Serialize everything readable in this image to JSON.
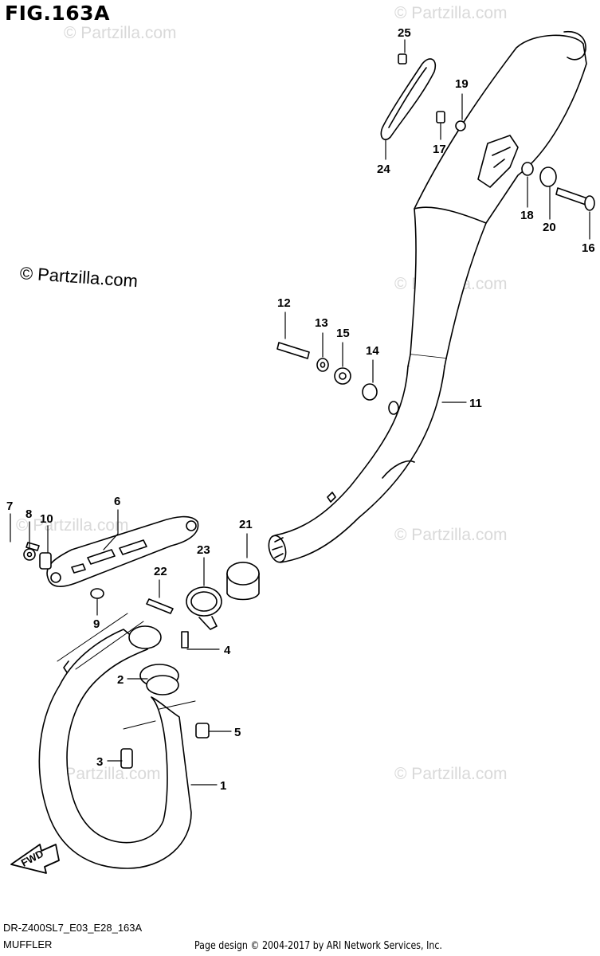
{
  "figure": {
    "title": "FIG.163A",
    "model_code": "DR-Z400SL7_E03_E28_163A",
    "part_name": "MUFFLER",
    "page_copyright": "Page design © 2004-2017 by ARI Network Services, Inc.",
    "fwd_label": "FWD"
  },
  "watermarks": {
    "main": "© Partzilla.com",
    "faded": "© Partzilla.com"
  },
  "callouts": [
    {
      "id": "1",
      "label": "1"
    },
    {
      "id": "2",
      "label": "2"
    },
    {
      "id": "3",
      "label": "3"
    },
    {
      "id": "4",
      "label": "4"
    },
    {
      "id": "5",
      "label": "5"
    },
    {
      "id": "6",
      "label": "6"
    },
    {
      "id": "7",
      "label": "7"
    },
    {
      "id": "8",
      "label": "8"
    },
    {
      "id": "9",
      "label": "9"
    },
    {
      "id": "10",
      "label": "10"
    },
    {
      "id": "11",
      "label": "11"
    },
    {
      "id": "12",
      "label": "12"
    },
    {
      "id": "13",
      "label": "13"
    },
    {
      "id": "14",
      "label": "14"
    },
    {
      "id": "15",
      "label": "15"
    },
    {
      "id": "16",
      "label": "16"
    },
    {
      "id": "17",
      "label": "17"
    },
    {
      "id": "18",
      "label": "18"
    },
    {
      "id": "19",
      "label": "19"
    },
    {
      "id": "20",
      "label": "20"
    },
    {
      "id": "21",
      "label": "21"
    },
    {
      "id": "22",
      "label": "22"
    },
    {
      "id": "23",
      "label": "23"
    },
    {
      "id": "24",
      "label": "24"
    },
    {
      "id": "25",
      "label": "25"
    }
  ]
}
